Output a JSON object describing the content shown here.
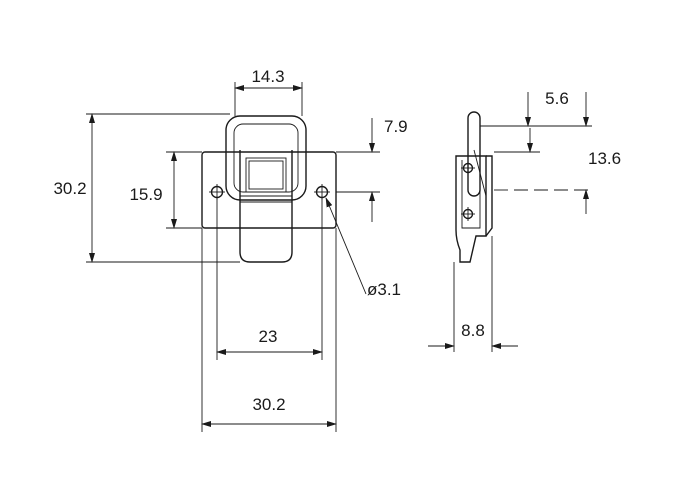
{
  "dimensions": {
    "bail_width": "14.3",
    "total_height": "30.2",
    "plate_height": "15.9",
    "hole_spacing": "23",
    "base_width": "30.2",
    "hole_diameter": "ø3.1",
    "hinge_offset": "7.9",
    "side_top": "5.6",
    "side_height": "13.6",
    "side_depth": "8.8"
  }
}
